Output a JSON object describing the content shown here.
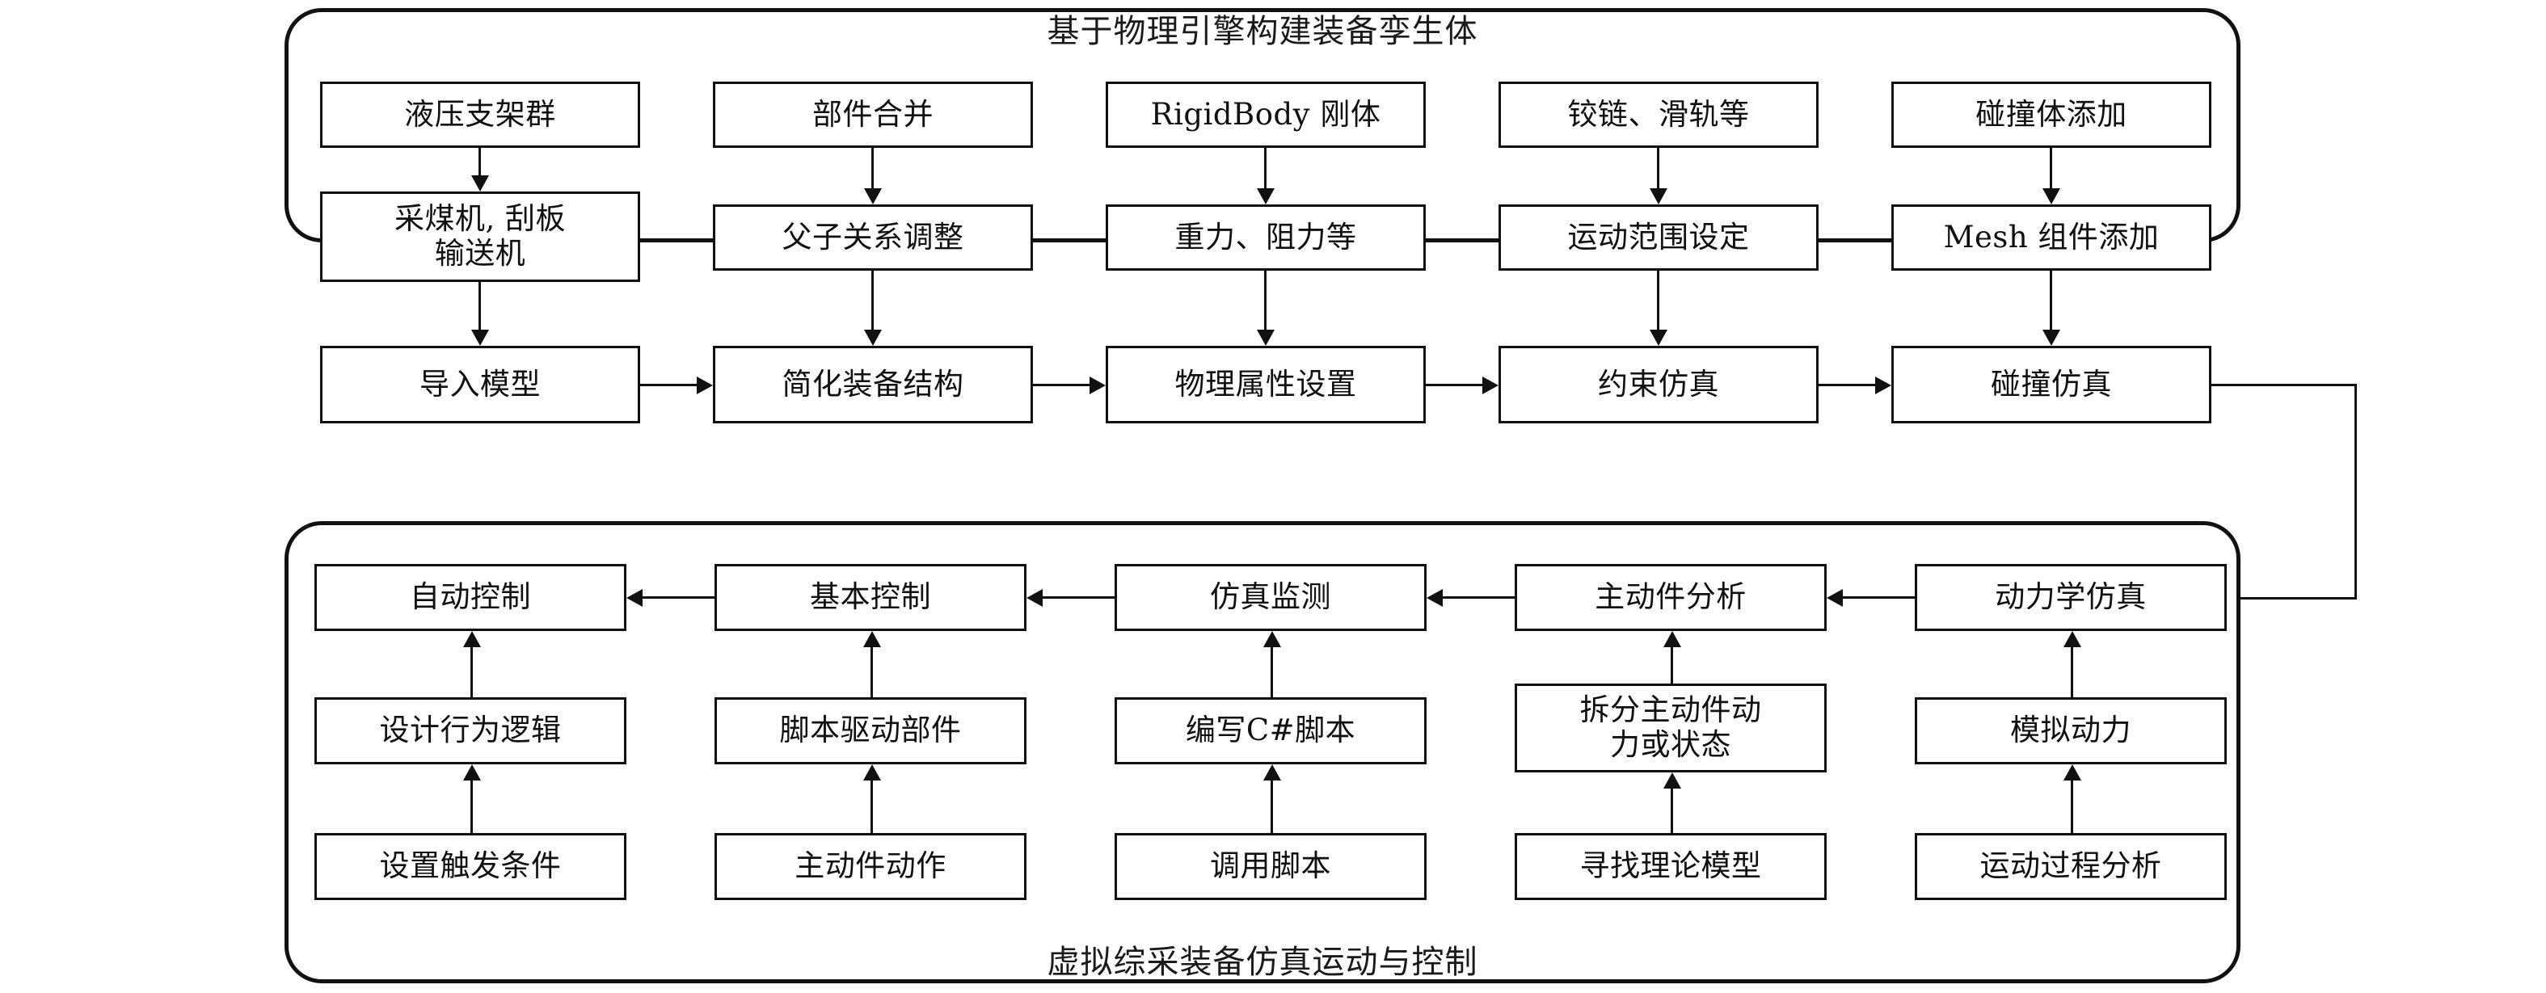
{
  "diagram": {
    "sections": [
      {
        "id": "top",
        "title": "基于物理引擎构建装备孪生体",
        "columns": [
          {
            "rows": [
              "液压支架群",
              "采煤机, 刮板\n输送机",
              "导入模型"
            ]
          },
          {
            "rows": [
              "部件合并",
              "父子关系调整",
              "简化装备结构"
            ]
          },
          {
            "rows": [
              "RigidBody 刚体",
              "重力、阻力等",
              "物理属性设置"
            ]
          },
          {
            "rows": [
              "铰链、滑轨等",
              "运动范围设定",
              "约束仿真"
            ]
          },
          {
            "rows": [
              "碰撞体添加",
              "Mesh 组件添加",
              "碰撞仿真"
            ]
          }
        ]
      },
      {
        "id": "bottom",
        "title": "虚拟综采装备仿真运动与控制",
        "columns": [
          {
            "rows": [
              "自动控制",
              "设计行为逻辑",
              "设置触发条件"
            ]
          },
          {
            "rows": [
              "基本控制",
              "脚本驱动部件",
              "主动件动作"
            ]
          },
          {
            "rows": [
              "仿真监测",
              "编写C#脚本",
              "调用脚本"
            ]
          },
          {
            "rows": [
              "主动件分析",
              "拆分主动件动\n力或状态",
              "寻找理论模型"
            ]
          },
          {
            "rows": [
              "动力学仿真",
              "模拟动力",
              "运动过程分析"
            ]
          }
        ]
      }
    ],
    "colors": {
      "stroke": "#111111",
      "background": "#ffffff",
      "text": "#111111"
    }
  }
}
